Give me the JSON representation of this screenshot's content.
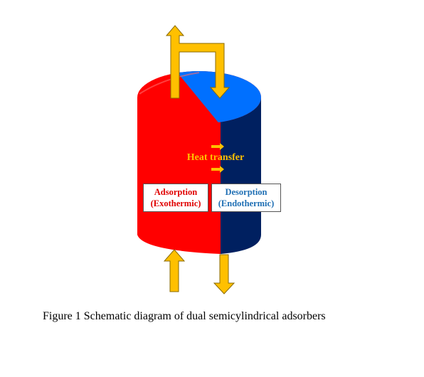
{
  "colors": {
    "adsorption": "#ff0000",
    "desorption_side": "#002060",
    "desorption_top": "#0070ff",
    "arrow": "#ffc000",
    "arrow_stroke": "#8a6a00",
    "adsorption_text": "#e00000",
    "desorption_text": "#1f6fb4",
    "heat_text": "#ffc000"
  },
  "diagram": {
    "heat_label": "Heat transfer",
    "adsorption_line1": "Adsorption",
    "adsorption_line2": "(Exothermic)",
    "desorption_line1": "Desorption",
    "desorption_line2": "(Endothermic)"
  },
  "caption": "Figure 1 Schematic diagram of dual semicylindrical adsorbers"
}
